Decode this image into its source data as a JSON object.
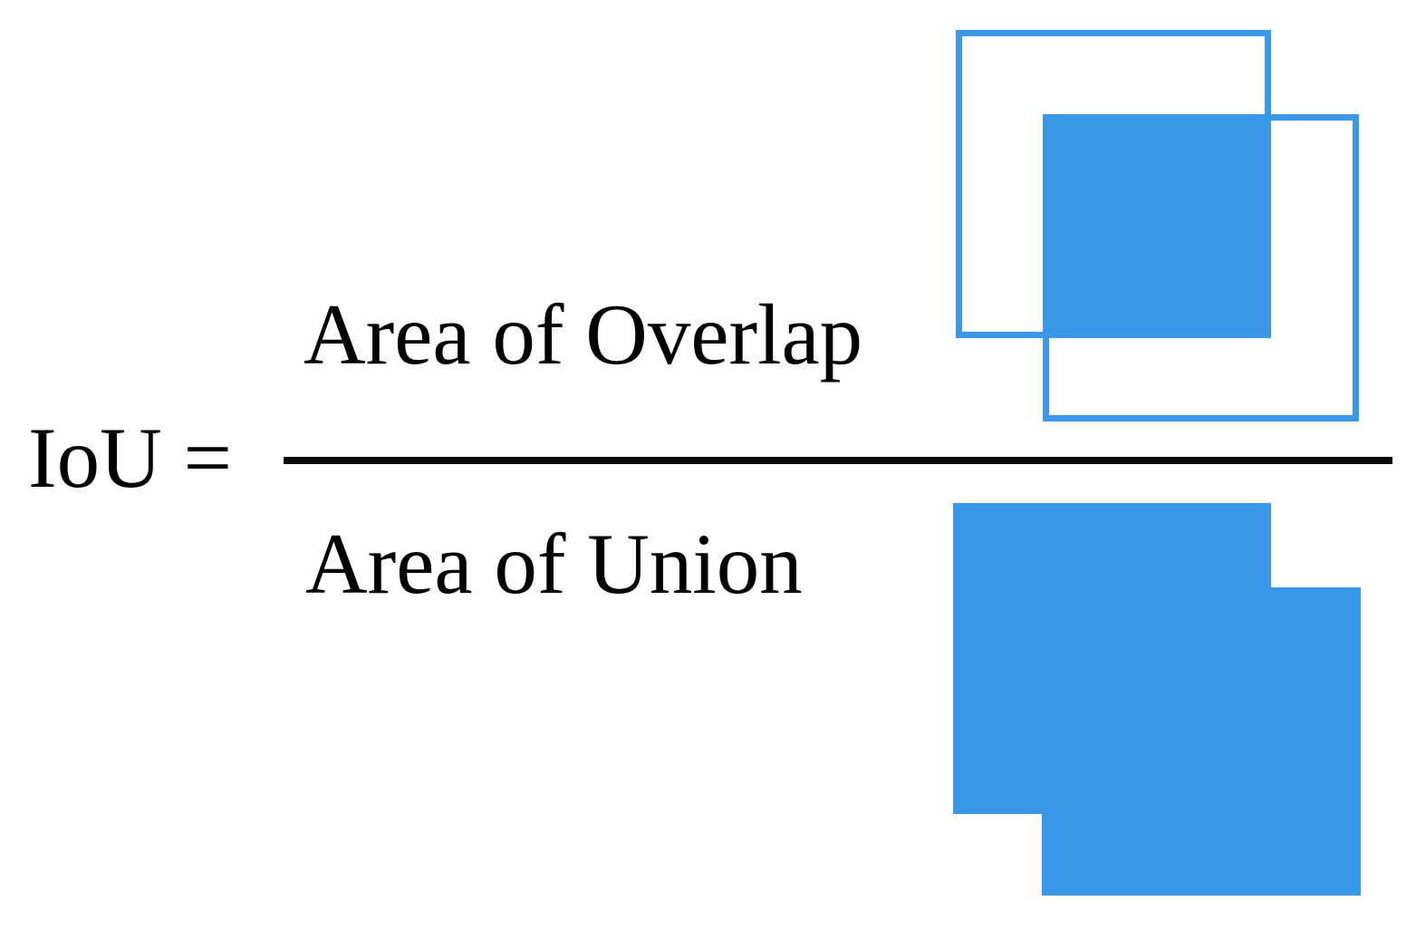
{
  "formula": {
    "lhs": "IoU =",
    "numerator": "Area of Overlap",
    "denominator": "Area of Union"
  },
  "colors": {
    "box_blue": "#3b98e8",
    "ink": "#000000",
    "fraction_bar": "#0a0a0a",
    "background": "#ffffff"
  }
}
